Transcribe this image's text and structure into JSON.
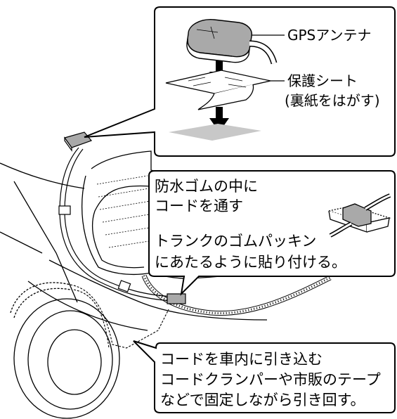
{
  "labels": {
    "gps_antenna": "GPSアンテナ",
    "protective_sheet": "保護シート",
    "backing_paper": "(裏紙をはがす)",
    "waterproof_line1": "防水ゴムの中に",
    "waterproof_line2": "コードを通す",
    "trunk_line1": "トランクのゴムパッキン",
    "trunk_line2": "にあたるように貼り付ける。",
    "route_line1": "コードを車内に引き込む",
    "route_line2": "コードクランパーや市販のテープ",
    "route_line3": "などで固定しながら引き回す。"
  },
  "colors": {
    "line": "#000000",
    "sticker_shadow": "#c8c8c8",
    "antenna_gray": "#a9a9a9",
    "background": "#ffffff"
  }
}
